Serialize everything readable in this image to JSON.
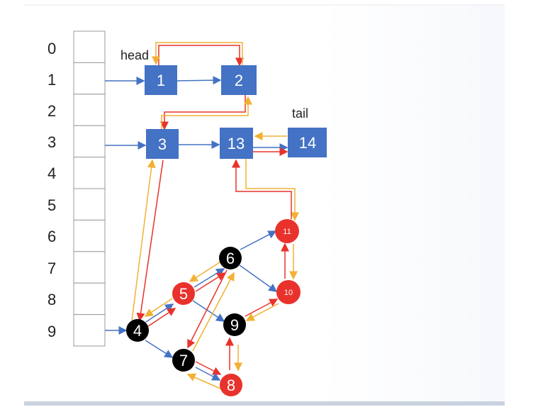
{
  "bucket_indices": [
    "0",
    "1",
    "2",
    "3",
    "4",
    "5",
    "6",
    "7",
    "8",
    "9"
  ],
  "labels": {
    "head": "head",
    "tail": "tail"
  },
  "list_nodes": [
    "1",
    "2",
    "3",
    "13",
    "14"
  ],
  "tree_nodes": [
    {
      "label": "6",
      "color": "black"
    },
    {
      "label": "5",
      "color": "red"
    },
    {
      "label": "4",
      "color": "black"
    },
    {
      "label": "9",
      "color": "black"
    },
    {
      "label": "7",
      "color": "black"
    },
    {
      "label": "8",
      "color": "red"
    },
    {
      "label": "11",
      "color": "red"
    },
    {
      "label": "10",
      "color": "red"
    }
  ],
  "colors": {
    "blue": "#4472c4",
    "red": "#e8322b",
    "orange": "#f2b134",
    "black": "#000000"
  }
}
